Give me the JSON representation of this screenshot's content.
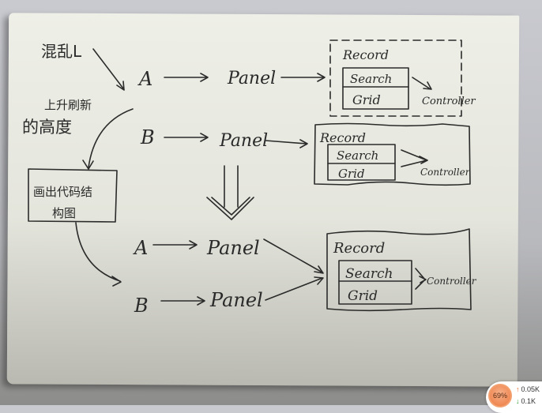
{
  "diagram": {
    "annotations": {
      "chaos_label": "混乱L",
      "refresh_height_line1": "上升刷新",
      "refresh_height_line2": "的高度",
      "draw_structure_line1": "画出代码结",
      "draw_structure_line2": "构图"
    },
    "top_section": {
      "row_a": {
        "node": "A",
        "target": "Panel"
      },
      "row_b": {
        "node": "B",
        "target": "Panel"
      },
      "record_a": {
        "title": "Record",
        "items": [
          "Search",
          "Grid"
        ],
        "controller": "Controller",
        "border": "dashed"
      },
      "record_b": {
        "title": "Record",
        "items": [
          "Search",
          "Grid"
        ],
        "controller": "Controller",
        "border": "wavy"
      }
    },
    "bottom_section": {
      "row_a": {
        "node": "A",
        "target": "Panel"
      },
      "row_b": {
        "node": "B",
        "target": "Panel"
      },
      "record": {
        "title": "Record",
        "items": [
          "Search",
          "Grid"
        ],
        "controller": "Controller"
      }
    }
  },
  "system_tray": {
    "cpu_percent": "69%",
    "upload_rate": "0.05K",
    "download_rate": "0.1K",
    "up_arrow_color": "#e8641e",
    "down_arrow_color": "#2e9b2e"
  }
}
